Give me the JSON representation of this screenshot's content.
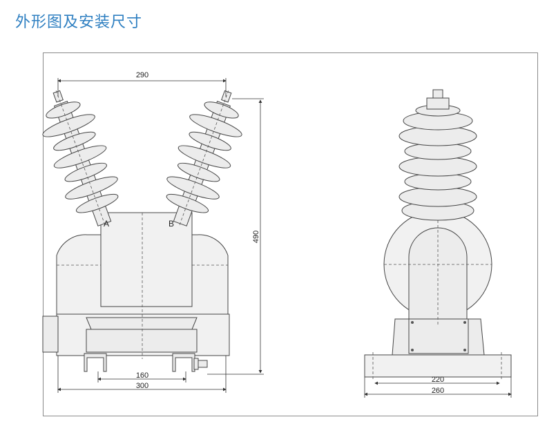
{
  "title": "外形图及安装尺寸",
  "front_view": {
    "dim_top": "290",
    "dim_height": "490",
    "dim_inner": "160",
    "dim_outer": "300",
    "terminal_a": "A",
    "terminal_b": "B"
  },
  "side_view": {
    "dim_inner": "220",
    "dim_outer": "260"
  }
}
